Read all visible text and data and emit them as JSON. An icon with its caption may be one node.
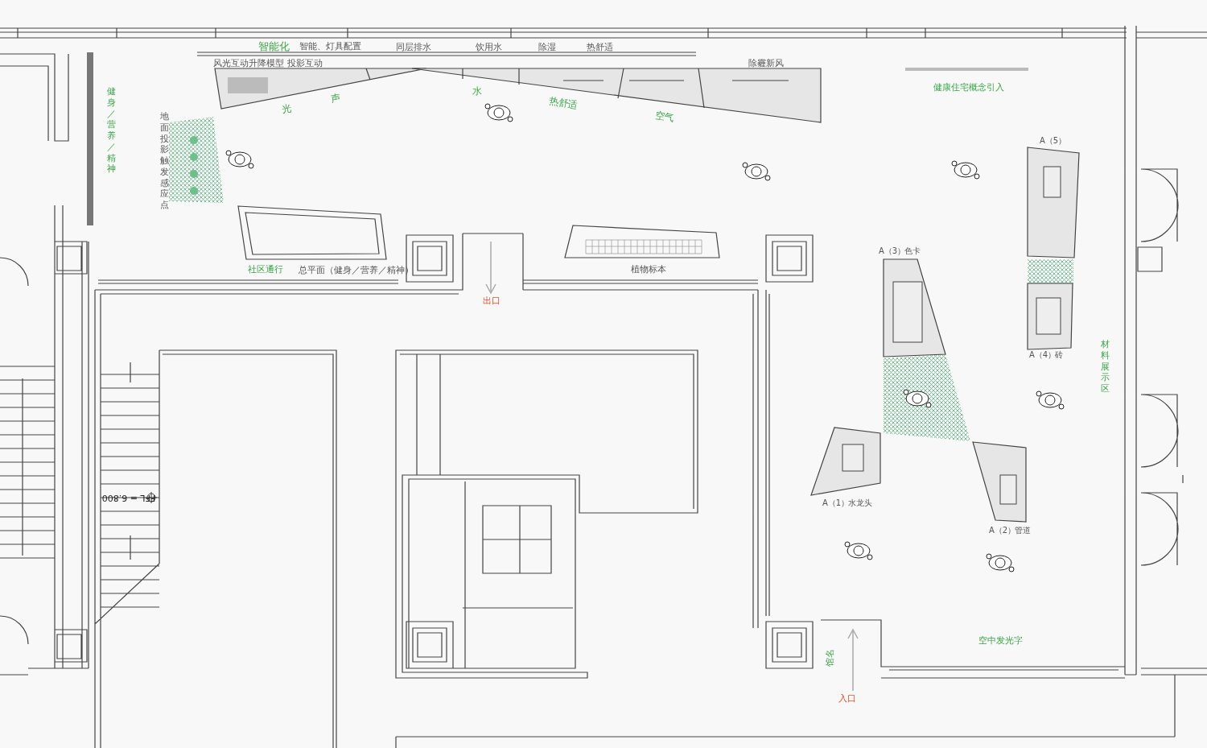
{
  "diagram": {
    "nodes": [
      {
        "text": [
          "A（1）",
          "水龙头"
        ]
      },
      {
        "text": [
          "A（2）",
          "管道"
        ]
      },
      {
        "text": [
          "A（3）",
          "色卡"
        ]
      },
      {
        "text": [
          "A（4）",
          "砖"
        ]
      },
      {
        "text": [
          "A（5）"
        ]
      },
      {
        "text": [
          "出口"
        ]
      },
      {
        "text": [
          "入口"
        ]
      }
    ],
    "edges": [
      {
        "from": null,
        "to": 5,
        "arrow": "to"
      },
      {
        "from": 6,
        "to": null,
        "arrow": "to"
      }
    ],
    "labels": [
      "智能化",
      "智能、灯具配置",
      "同层排水",
      "饮用水",
      "除湿",
      "热舒适",
      "风光互动升降模型 投影互动",
      "除霾新风",
      "光",
      "声",
      "水",
      "热舒适",
      "空气",
      "健康住宅概念引入",
      "健身／营养／精神",
      "地面投影触发感应点",
      "社区通行",
      "总平面（健身／营养／精神）",
      "植物标本",
      "FFL = 6.800",
      "材料展示区",
      "空中发光字",
      "馆名"
    ]
  }
}
